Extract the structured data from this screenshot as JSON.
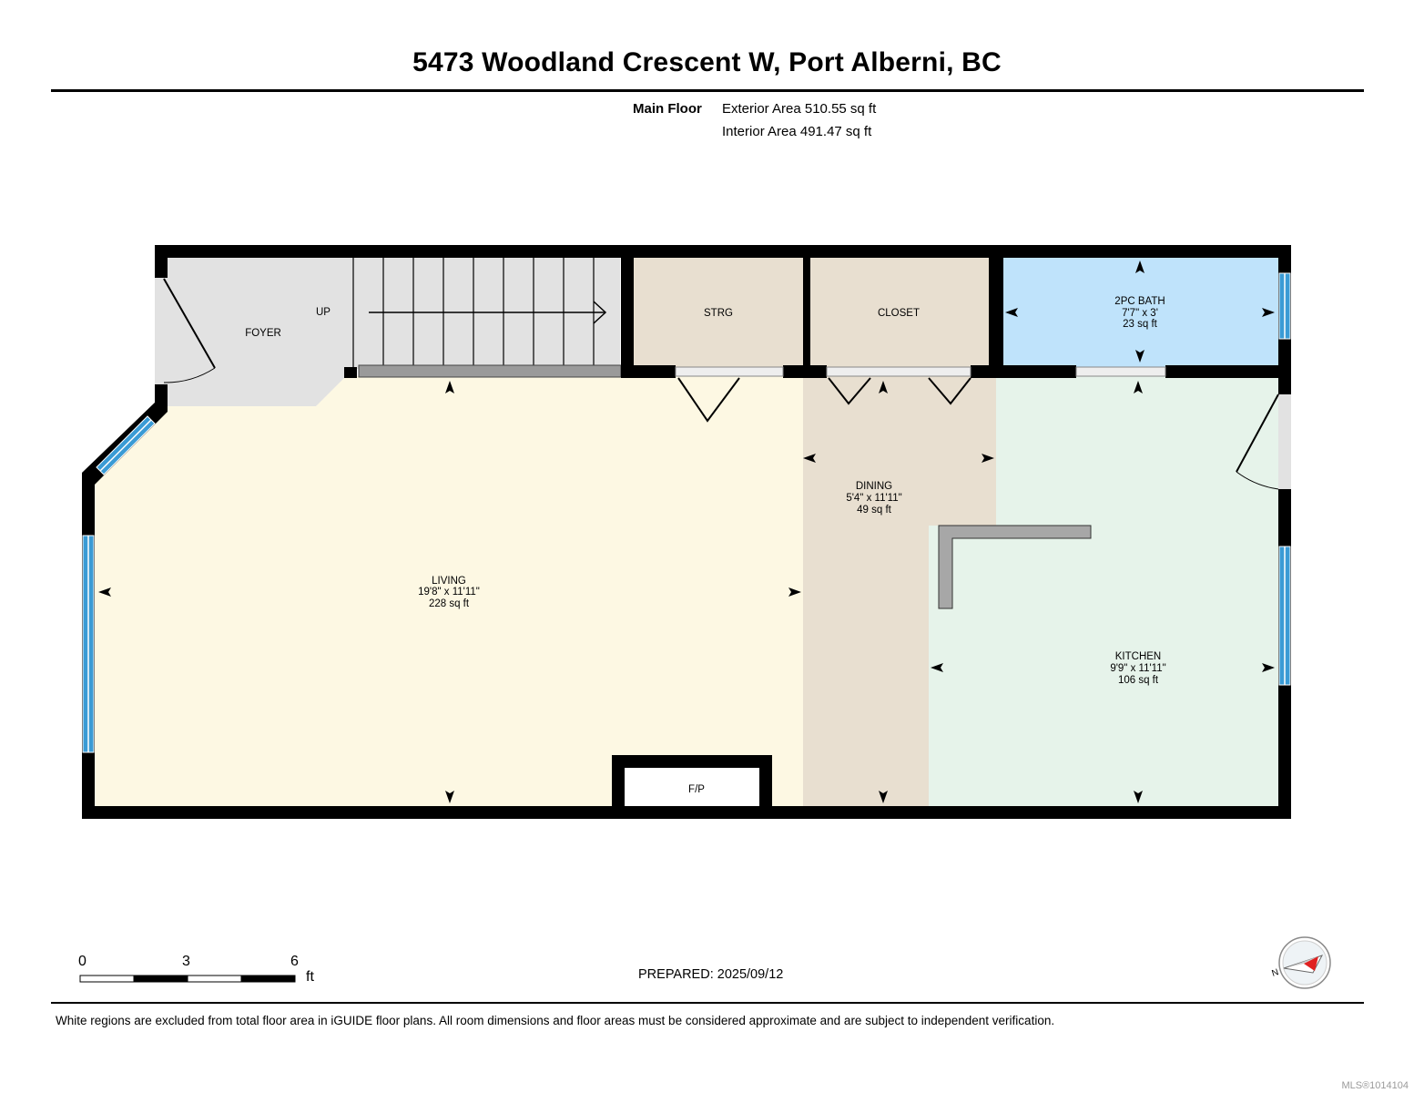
{
  "title": "5473 Woodland Crescent W, Port Alberni, BC",
  "floor": {
    "name": "Main Floor",
    "exterior_area": "Exterior Area 510.55 sq ft",
    "interior_area": "Interior Area 491.47 sq ft"
  },
  "rooms": {
    "foyer": {
      "name": "FOYER"
    },
    "stairs": {
      "label": "UP"
    },
    "strg": {
      "name": "STRG"
    },
    "closet": {
      "name": "CLOSET"
    },
    "bath": {
      "name": "2PC BATH",
      "dims": "7'7\" x 3'",
      "area": "23 sq ft"
    },
    "living": {
      "name": "LIVING",
      "dims": "19'8\" x 11'11\"",
      "area": "228 sq ft"
    },
    "dining": {
      "name": "DINING",
      "dims": "5'4\" x 11'11\"",
      "area": "49 sq ft"
    },
    "kitchen": {
      "name": "KITCHEN",
      "dims": "9'9\" x 11'11\"",
      "area": "106 sq ft"
    },
    "fireplace": {
      "name": "F/P"
    }
  },
  "colors": {
    "foyer": "#e2e2e2",
    "living": "#fdf8e3",
    "dining": "#e8dfd0",
    "kitchen": "#e6f3ea",
    "bath": "#bfe3fb",
    "storage": "#e8dfd0",
    "window": "#3a9bd5",
    "wall": "#000000"
  },
  "scale": {
    "ticks": [
      "0",
      "3",
      "6"
    ],
    "unit": "ft"
  },
  "compass": {
    "label": "N"
  },
  "prepared": "PREPARED: 2025/09/12",
  "disclaimer": "White regions are excluded from total floor area in iGUIDE floor plans. All room dimensions and floor areas must be considered approximate and are subject to independent verification.",
  "watermark": "MLS®1014104"
}
